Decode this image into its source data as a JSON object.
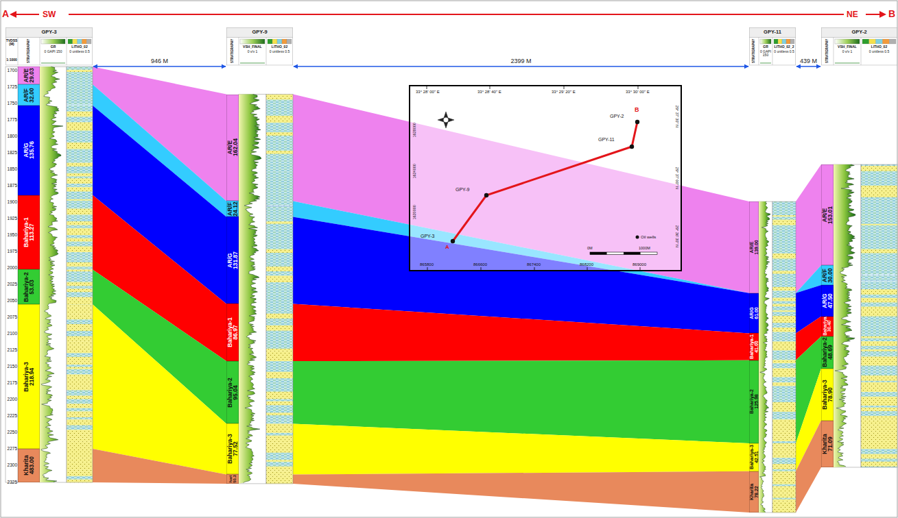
{
  "diagram": {
    "nodes": [
      {
        "text": [
          "GPY-3"
        ]
      },
      {
        "text": [
          "AR/E",
          "29.03"
        ],
        "in": 0
      },
      {
        "text": [
          "AR/F",
          "32.00"
        ],
        "in": 0
      },
      {
        "text": [
          "AR/G",
          "135.76"
        ],
        "in": 0
      },
      {
        "text": [
          "Bahariya-1",
          "113.27"
        ],
        "in": 0
      },
      {
        "text": [
          "Bahariya-2",
          "53.03"
        ],
        "in": 0
      },
      {
        "text": [
          "Bahariya-3",
          "218.94"
        ],
        "in": 0
      },
      {
        "text": [
          "Kharita",
          "483.00"
        ],
        "in": 0
      },
      {
        "text": [
          "GPY-9"
        ]
      },
      {
        "text": [
          "AR/E",
          "162.04"
        ],
        "in": 8
      },
      {
        "text": [
          "AR/F",
          "24.12"
        ],
        "in": 8
      },
      {
        "text": [
          "AR/G",
          "131.87"
        ],
        "in": 8
      },
      {
        "text": [
          "Bahariya-1",
          "86.97"
        ],
        "in": 8
      },
      {
        "text": [
          "Bahariya-2",
          "95.04"
        ],
        "in": 8
      },
      {
        "text": [
          "Bahariya-3",
          "77.52"
        ],
        "in": 8
      },
      {
        "text": [
          "hari",
          "50.3"
        ],
        "in": 8
      },
      {
        "text": [
          "GPY-11"
        ]
      },
      {
        "text": [
          "AR/E",
          "139.00"
        ],
        "in": 16
      },
      {
        "text": [
          "AR/G",
          "61.00"
        ],
        "in": 16
      },
      {
        "text": [
          "Bahariya-1",
          "41.00"
        ],
        "in": 16
      },
      {
        "text": [
          "Bahariya-2",
          "125.98"
        ],
        "in": 16
      },
      {
        "text": [
          "Bahariya-3",
          "42.51"
        ],
        "in": 16
      },
      {
        "text": [
          "Kharita",
          "78.22"
        ],
        "in": 16
      },
      {
        "text": [
          "GPY-2"
        ]
      },
      {
        "text": [
          "AR/E",
          "153.01"
        ],
        "in": 23
      },
      {
        "text": [
          "AR/F",
          "30.00"
        ],
        "in": 23
      },
      {
        "text": [
          "AR/G",
          "47.50"
        ],
        "in": 23
      },
      {
        "text": [
          "Bahariya",
          "30.40"
        ],
        "in": 23
      },
      {
        "text": [
          "Bahariya-2",
          "48.69"
        ],
        "in": 23
      },
      {
        "text": [
          "Bahariya-3",
          "78.90"
        ],
        "in": 23
      },
      {
        "text": [
          "Kharita",
          "71.09"
        ],
        "in": 23
      }
    ],
    "edges": [
      {
        "from": 0,
        "to": 8,
        "label": "946 M",
        "arrow": "both"
      },
      {
        "from": 8,
        "to": 16,
        "label": "2399 M",
        "arrow": "both"
      },
      {
        "from": 16,
        "to": 23,
        "label": "439 M",
        "arrow": "both"
      }
    ],
    "labels": [
      "A",
      "SW",
      "NE",
      "B",
      "TVDSS (M)",
      "1:1000",
      "1700",
      "1725",
      "1750",
      "1775",
      "1800",
      "1825",
      "1850",
      "1875",
      "1900",
      "1925",
      "1950",
      "1975",
      "2000",
      "2025",
      "2050",
      "2075",
      "2100",
      "2125",
      "2150",
      "2175",
      "2200",
      "2225",
      "2250",
      "2275",
      "2300",
      "2325",
      "STRATIGRAPHY",
      "GR",
      "0 GAPI 150",
      "LITHO_02",
      "0 unitless 0.5",
      "STRATIGRAPHY",
      "VSH_FINAL",
      "0 v/v 1",
      "LITHO_02",
      "0 unitless 0.5",
      "STRATIGRAPHY",
      "GR",
      "0 GAPI 150",
      "LITHO_02_2",
      "0 unitless 0.5",
      "STRATIGRAPHY",
      "VSH_FINAL",
      "0 v/v 1",
      "LITHO_02",
      "0 unitless 0.5",
      "33° 28' 00\" E",
      "33° 28' 40\" E",
      "33° 29' 20\" E",
      "33° 30' 00\" E",
      "865800",
      "866600",
      "867400",
      "868200",
      "869000",
      "1628000",
      "1624000",
      "1620000",
      "29° 37' 30\" N",
      "29° 37' 00\" N",
      "29° 36' 30\" N",
      "GPY-2",
      "B",
      "GPY-11",
      "GPY-9",
      "GPY-3",
      "A",
      "Oil wells",
      "0M",
      "1000M"
    ]
  }
}
